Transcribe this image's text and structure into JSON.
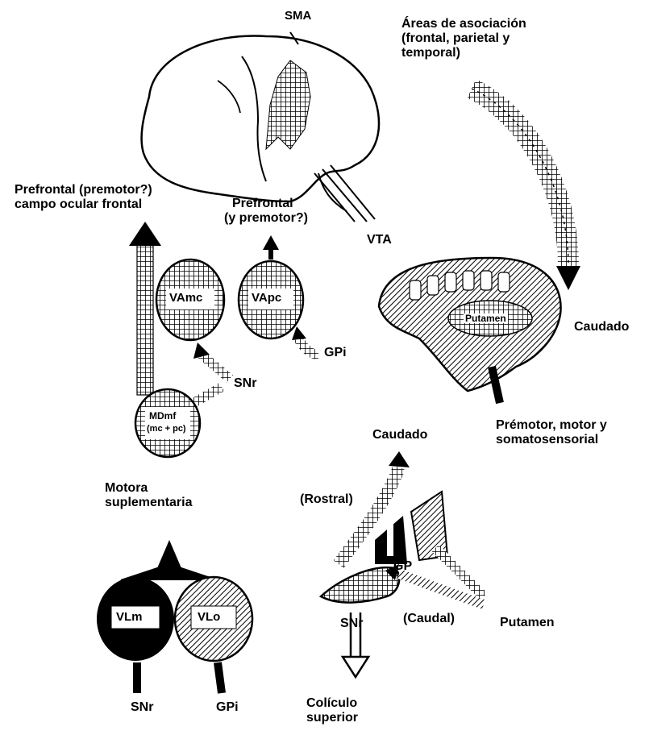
{
  "labels": {
    "sma": "SMA",
    "areas_asociacion": "Áreas de asociación",
    "areas_asociacion_2": "(frontal, parietal y",
    "areas_asociacion_3": "temporal)",
    "vta": "VTA",
    "prefrontal_premotor_ocular": "Prefrontal (premotor?)",
    "campo_ocular_frontal": "campo ocular frontal",
    "prefrontal_premotor": "Prefrontal",
    "prefrontal_premotor_2": "(y premotor?)",
    "vamc": "VAmc",
    "vapc": "VApc",
    "gpi_top": "GPi",
    "snr_mid": "SNr",
    "mdmf": "MDmf",
    "mdmf_sub": "(mc + pc)",
    "putamen_top": "Putamen",
    "caudado_top": "Caudado",
    "premotor": "Prémotor, motor y",
    "somatosensorial": "somatosensorial",
    "caudado_mid": "Caudado",
    "motora": "Motora",
    "suplementaria": "suplementaria",
    "rostral": "(Rostral)",
    "gp": "GP",
    "caudal": "(Caudal)",
    "putamen_bottom": "Putamen",
    "vlm": "VLm",
    "vlo": "VLo",
    "snr_bottom_left": "SNr",
    "gpi_bottom": "GPi",
    "snr_bottom": "SNr",
    "coliculo": "Colículo",
    "superior": "superior"
  }
}
